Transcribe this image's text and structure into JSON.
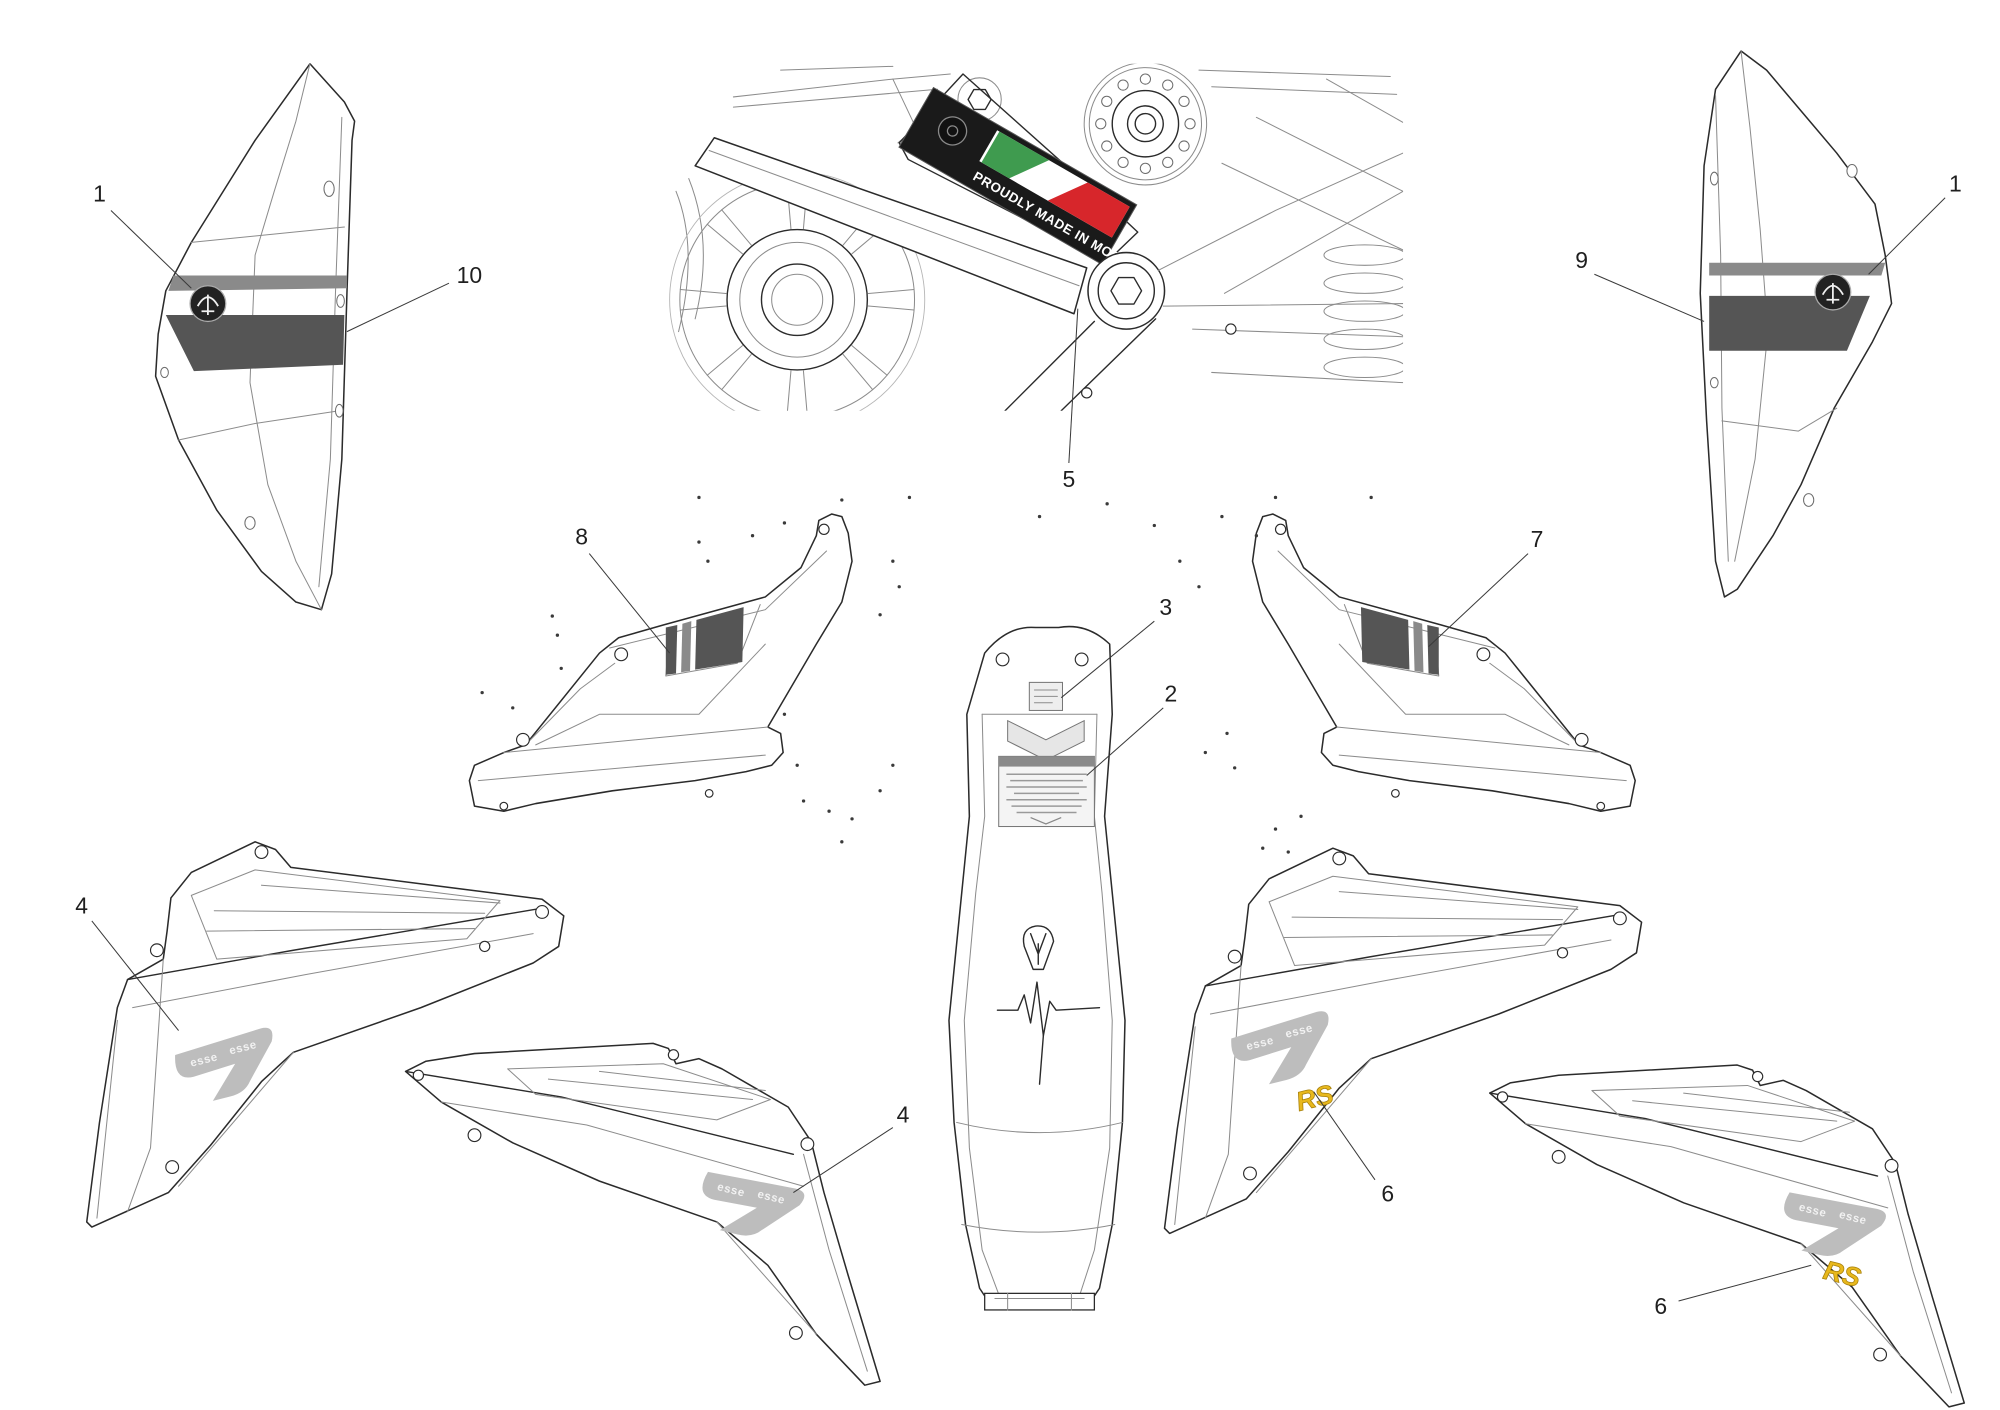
{
  "callouts": [
    {
      "label": "1"
    },
    {
      "label": "10"
    },
    {
      "label": "5"
    },
    {
      "label": "1"
    },
    {
      "label": "9"
    },
    {
      "label": "8"
    },
    {
      "label": "7"
    },
    {
      "label": "3"
    },
    {
      "label": "2"
    },
    {
      "label": "4"
    },
    {
      "label": "4"
    },
    {
      "label": "6"
    },
    {
      "label": "6"
    }
  ],
  "decals": {
    "frame_badge": "PROUDLY MADE IN MODENA",
    "side_logo": "esse",
    "badge_logo": "RS"
  },
  "colors": {
    "stripe_dark": "#555555",
    "stripe_light": "#8a8a8a",
    "flag_green": "#3f9b4f",
    "flag_red": "#d7262b",
    "rs_yellow": "#e8b81d",
    "line": "#2b2b2b"
  }
}
